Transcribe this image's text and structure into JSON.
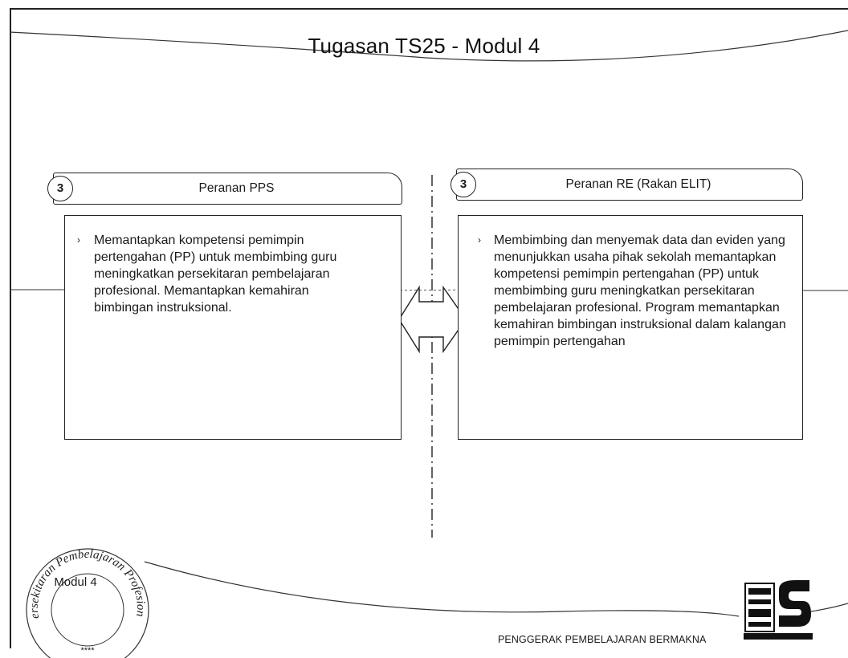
{
  "slide": {
    "title": "Tugasan TS25 - Modul 4",
    "left": {
      "number": "3",
      "heading": "Peranan PPS",
      "bullet": "›",
      "body": "Memantapkan kompetensi pemimpin pertengahan (PP) untuk membimbing guru meningkatkan persekitaran pembelajaran profesional. Memantapkan kemahiran bimbingan instruksional."
    },
    "right": {
      "number": "3",
      "heading": "Peranan RE (Rakan ELIT)",
      "bullet": "›",
      "body": "Membimbing dan menyemak data dan eviden yang menunjukkan usaha pihak sekolah memantapkan kompetensi pemimpin pertengahan (PP) untuk membimbing guru meningkatkan persekitaran pembelajaran profesional. Program memantapkan kemahiran bimbingan instruksional dalam kalangan pemimpin pertengahan"
    },
    "stamp": {
      "ring_text": "Persekitaran Pembelajaran Profesional",
      "label": "Modul 4",
      "stars": "****"
    },
    "footer": "PENGGERAK PEMBELAJARAN BERMAKNA"
  }
}
